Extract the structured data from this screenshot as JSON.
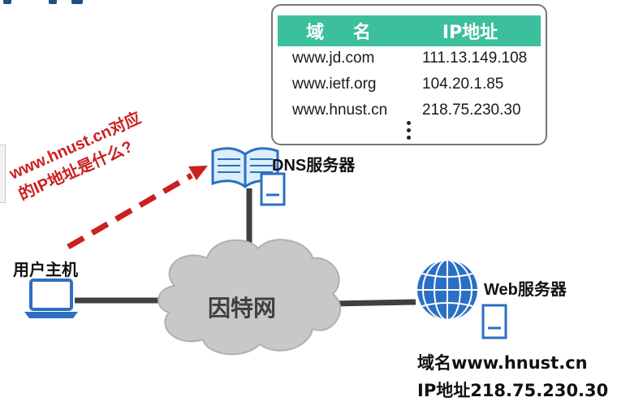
{
  "dns_table": {
    "header_domain": "域 名",
    "header_ip": "IP地址",
    "rows": [
      {
        "domain": "www.jd.com",
        "ip": "111.13.149.108"
      },
      {
        "domain": "www.ietf.org",
        "ip": "104.20.1.85"
      },
      {
        "domain": "www.hnust.cn",
        "ip": "218.75.230.30"
      }
    ]
  },
  "labels": {
    "dns_server": "DNS服务器",
    "user_host": "用户主机",
    "web_server": "Web服务器",
    "internet": "因特网"
  },
  "query": {
    "line1": "www.hnust.cn对应",
    "line2": "的IP地址是什么?"
  },
  "web_server_info": {
    "domain_line": "域名www.hnust.cn",
    "ip_line": "IP地址218.75.230.30"
  },
  "colors": {
    "table_header": "#3cbf9c",
    "query_text": "#cc1f1f",
    "arrow": "#cc1f1f",
    "cloud": "#c8c8c8",
    "globe": "#2a6fc4",
    "laptop": "#2f6fbf",
    "link_line": "#404040"
  },
  "icons": {
    "dns_server": "book-server-icon",
    "web_server": "globe-server-icon",
    "user_host": "laptop-icon",
    "internet": "cloud-icon"
  }
}
